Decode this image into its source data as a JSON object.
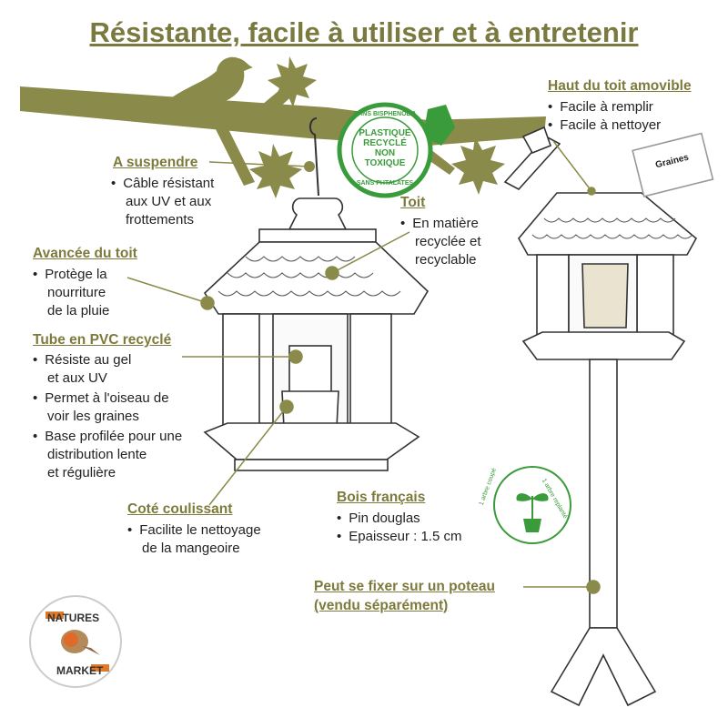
{
  "title": "Résistante, facile à utiliser et à entretenir",
  "colors": {
    "olive": "#8a8a4a",
    "green": "#3a9b3a",
    "accent": "#7d7a3c"
  },
  "badge": {
    "top": "SANS BISPHENOL A",
    "l1": "PLASTIQUE",
    "l2": "RECYCLÉ",
    "l3": "NON",
    "l4": "TOXIQUE",
    "bottom": "SANS PHTALATES"
  },
  "features": {
    "suspendre": {
      "title": "A suspendre",
      "l1": "Câble résistant",
      "l2": "aux UV et aux",
      "l3": "frottements"
    },
    "toit": {
      "title": "Toit",
      "l1": "En matière",
      "l2": "recyclée et",
      "l3": "recyclable"
    },
    "avancee": {
      "title": "Avancée du toit",
      "l1": "Protège la",
      "l2": "nourriture",
      "l3": "de la pluie"
    },
    "tube": {
      "title": "Tube en PVC recyclé",
      "b1a": "Résiste au gel",
      "b1b": "et aux UV",
      "b2a": "Permet à l'oiseau de",
      "b2b": "voir les graines",
      "b3a": "Base profilée pour une",
      "b3b": "distribution lente",
      "b3c": "et régulière"
    },
    "cote": {
      "title": "Coté coulissant",
      "l1": "Facilite le nettoyage",
      "l2": "de la mangeoire"
    },
    "bois": {
      "title": "Bois français",
      "b1": "Pin douglas",
      "b2": "Epaisseur : 1.5 cm"
    },
    "haut": {
      "title": "Haut du toit amovible",
      "b1": "Facile à remplir",
      "b2": "Facile à nettoyer"
    },
    "poteau": {
      "title1": "Peut se fixer sur un poteau",
      "title2": "(vendu séparément)"
    }
  },
  "seed_bag": "Graines",
  "tree_badge": {
    "left": "1 arbre coupé",
    "right": "1 arbre replanté"
  },
  "logo": {
    "top": "NATURES",
    "bottom": "MARKET"
  }
}
